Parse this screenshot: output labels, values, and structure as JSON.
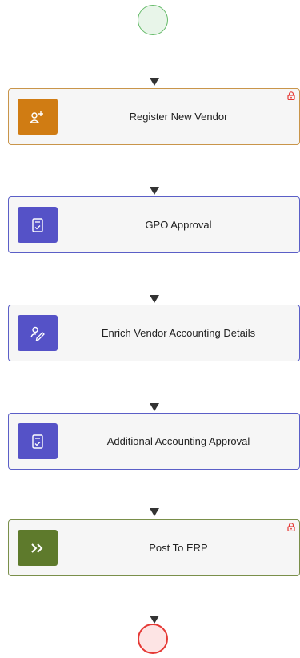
{
  "diagram": {
    "start_event": "start",
    "end_event": "end",
    "tasks": [
      {
        "label": "Register New Vendor",
        "icon": "add-user-icon",
        "tile_color": "#d07c13",
        "border_color": "#c9954a",
        "locked": true
      },
      {
        "label": "GPO Approval",
        "icon": "document-check-icon",
        "tile_color": "#5552c7",
        "border_color": "#5b5fc7",
        "locked": false
      },
      {
        "label": "Enrich Vendor Accounting Details",
        "icon": "user-edit-icon",
        "tile_color": "#5552c7",
        "border_color": "#5b5fc7",
        "locked": false
      },
      {
        "label": "Additional Accounting Approval",
        "icon": "document-check-icon",
        "tile_color": "#5552c7",
        "border_color": "#5b5fc7",
        "locked": false
      },
      {
        "label": "Post To ERP",
        "icon": "double-chevron-right-icon",
        "tile_color": "#5e7a2c",
        "border_color": "#7a8f4a",
        "locked": true
      }
    ],
    "colors": {
      "connector": "#333333",
      "start_fill": "#e8f5e9",
      "start_stroke": "#66bb6a",
      "end_fill": "#fde4e4",
      "end_stroke": "#e53935",
      "lock": "#e53935"
    }
  }
}
